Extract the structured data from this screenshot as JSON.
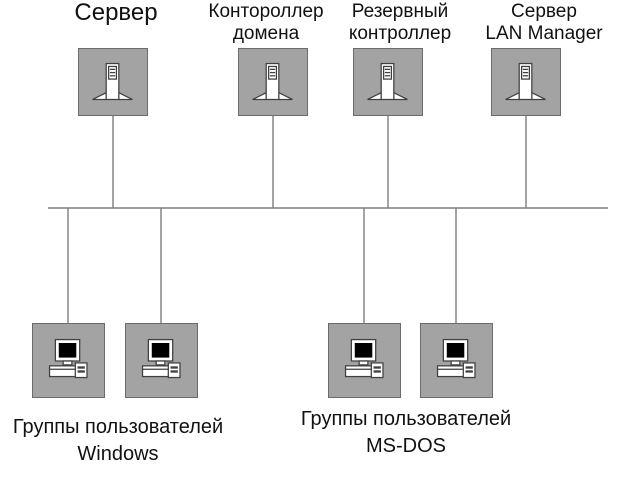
{
  "diagram_type": "network-topology",
  "theme": {
    "node_fill": "#a3a3a3",
    "node_border": "#6b6b6b",
    "wire": "#7d7d7d",
    "text": "#111111",
    "bg": "#ffffff",
    "icon_stroke": "#404040",
    "screen_fill": "#000000",
    "device_fill": "#ffffff"
  },
  "nodes": {
    "server": {
      "label_line1": "Сервер"
    },
    "domain_controller": {
      "label_line1": "Контороллер",
      "label_line2": "домена"
    },
    "backup_controller": {
      "label_line1": "Резервный",
      "label_line2": "контроллер"
    },
    "lan_manager": {
      "label_line1": "Сервер",
      "label_line2": "LAN Manager"
    }
  },
  "groups": {
    "windows": {
      "label_line1": "Группы пользователей",
      "label_line2": "Windows"
    },
    "msdos": {
      "label_line1": "Группы пользователей",
      "label_line2": "MS-DOS"
    }
  },
  "icons": {
    "top_nodes": "server-tower-icon",
    "bottom_nodes": "desktop-computer-icon"
  }
}
